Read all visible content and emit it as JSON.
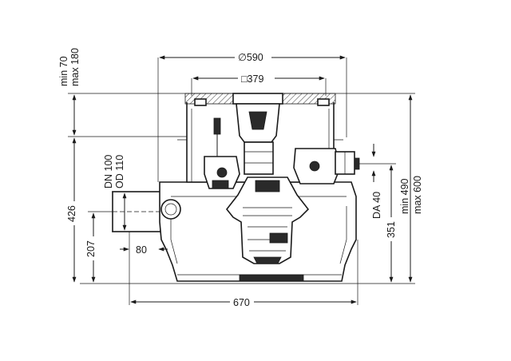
{
  "dimensions": {
    "diameter_top": "∅590",
    "square_cover": "□379",
    "cover_height_min": "min 70",
    "cover_height_max": "max 180",
    "pipe_dn": "DN 100",
    "pipe_od": "OD 110",
    "height_426": "426",
    "height_207": "207",
    "offset_80": "80",
    "width_670": "670",
    "pipe_da": "DA 40",
    "height_351": "351",
    "depth_min": "min 490",
    "depth_max": "max 600"
  }
}
